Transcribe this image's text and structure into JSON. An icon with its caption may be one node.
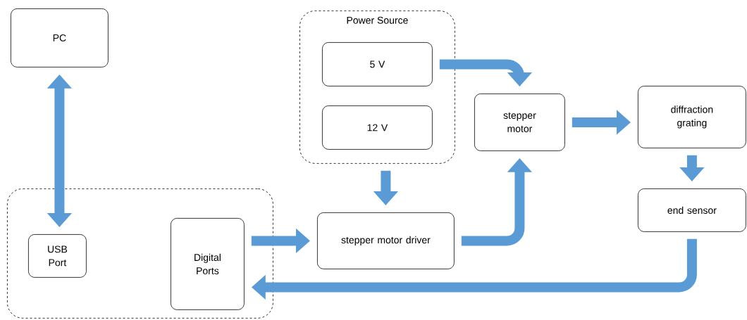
{
  "diagram": {
    "nodes": [
      {
        "text": [
          "PC"
        ]
      },
      {
        "text": [
          "Power Source"
        ]
      },
      {
        "text": [
          "5 V"
        ],
        "in": 1
      },
      {
        "text": [
          "12 V"
        ],
        "in": 1
      },
      {
        "text": [
          "stepper motor"
        ]
      },
      {
        "text": [
          "diffraction grating"
        ]
      },
      {
        "text": [],
        "shape": "box"
      },
      {
        "text": [
          "USB Port"
        ],
        "in": 6
      },
      {
        "text": [
          "Digital Ports"
        ],
        "in": 6
      },
      {
        "text": [
          "stepper motor driver"
        ]
      },
      {
        "text": [
          "end sensor"
        ]
      }
    ],
    "edges": [
      {
        "from": 0,
        "to": 7,
        "arrow": "both"
      },
      {
        "from": 2,
        "to": 4,
        "arrow": "to"
      },
      {
        "from": 1,
        "to": 9,
        "arrow": "to"
      },
      {
        "from": 8,
        "to": 9,
        "arrow": "to"
      },
      {
        "from": 9,
        "to": 4,
        "arrow": "to"
      },
      {
        "from": 4,
        "to": 5,
        "arrow": "to"
      },
      {
        "from": 5,
        "to": 10,
        "arrow": "to"
      },
      {
        "from": 10,
        "to": 8,
        "arrow": "to"
      }
    ]
  }
}
